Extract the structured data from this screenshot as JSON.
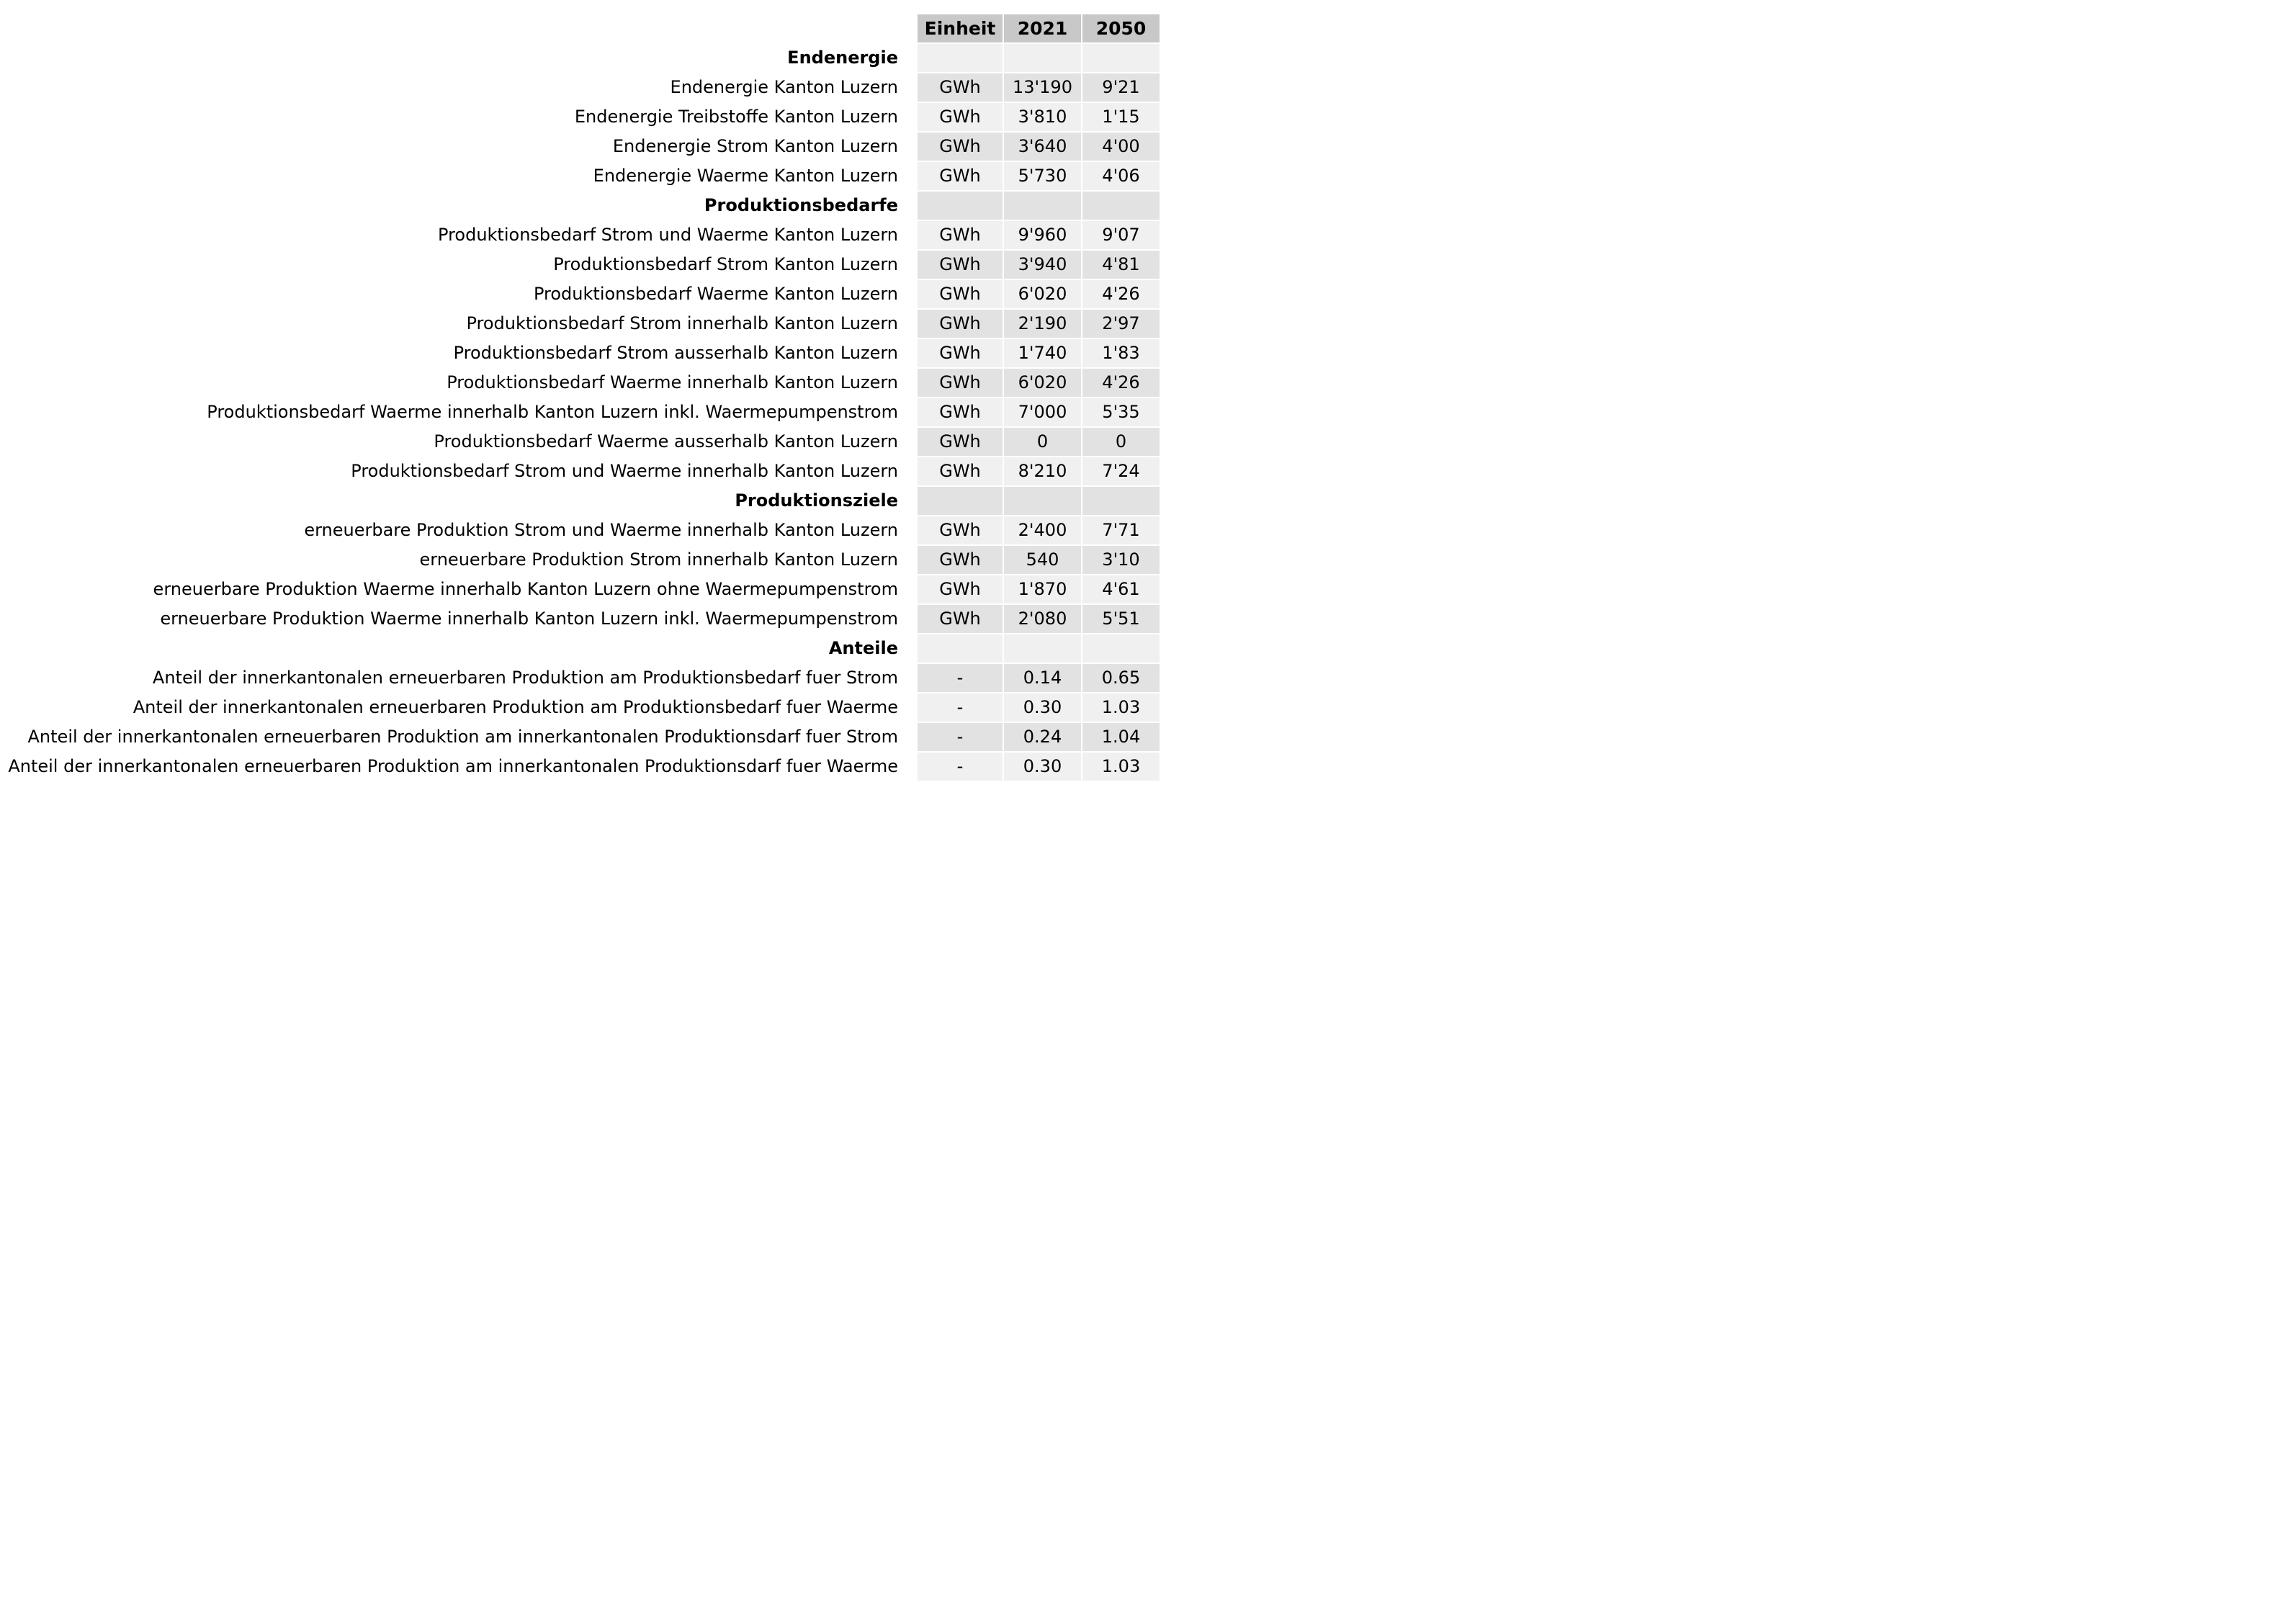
{
  "table": {
    "headers": [
      "Einheit",
      "2021",
      "2050"
    ],
    "rows": [
      {
        "label": "Endenergie",
        "section": true,
        "unit": "",
        "v2021": "",
        "v2050": ""
      },
      {
        "label": "Endenergie Kanton Luzern",
        "section": false,
        "unit": "GWh",
        "v2021": "13'190",
        "v2050": "9'21"
      },
      {
        "label": "Endenergie Treibstoffe Kanton Luzern",
        "section": false,
        "unit": "GWh",
        "v2021": "3'810",
        "v2050": "1'15"
      },
      {
        "label": "Endenergie Strom Kanton Luzern",
        "section": false,
        "unit": "GWh",
        "v2021": "3'640",
        "v2050": "4'00"
      },
      {
        "label": "Endenergie Waerme Kanton Luzern",
        "section": false,
        "unit": "GWh",
        "v2021": "5'730",
        "v2050": "4'06"
      },
      {
        "label": "Produktionsbedarfe",
        "section": true,
        "unit": "",
        "v2021": "",
        "v2050": ""
      },
      {
        "label": "Produktionsbedarf Strom und Waerme Kanton Luzern",
        "section": false,
        "unit": "GWh",
        "v2021": "9'960",
        "v2050": "9'07"
      },
      {
        "label": "Produktionsbedarf Strom Kanton Luzern",
        "section": false,
        "unit": "GWh",
        "v2021": "3'940",
        "v2050": "4'81"
      },
      {
        "label": "Produktionsbedarf Waerme Kanton Luzern",
        "section": false,
        "unit": "GWh",
        "v2021": "6'020",
        "v2050": "4'26"
      },
      {
        "label": "Produktionsbedarf Strom innerhalb Kanton Luzern",
        "section": false,
        "unit": "GWh",
        "v2021": "2'190",
        "v2050": "2'97"
      },
      {
        "label": "Produktionsbedarf Strom ausserhalb Kanton Luzern",
        "section": false,
        "unit": "GWh",
        "v2021": "1'740",
        "v2050": "1'83"
      },
      {
        "label": "Produktionsbedarf Waerme innerhalb Kanton Luzern",
        "section": false,
        "unit": "GWh",
        "v2021": "6'020",
        "v2050": "4'26"
      },
      {
        "label": "Produktionsbedarf Waerme innerhalb Kanton Luzern inkl. Waermepumpenstrom",
        "section": false,
        "unit": "GWh",
        "v2021": "7'000",
        "v2050": "5'35"
      },
      {
        "label": "Produktionsbedarf Waerme ausserhalb Kanton Luzern",
        "section": false,
        "unit": "GWh",
        "v2021": "0",
        "v2050": "0"
      },
      {
        "label": "Produktionsbedarf Strom und Waerme innerhalb Kanton Luzern",
        "section": false,
        "unit": "GWh",
        "v2021": "8'210",
        "v2050": "7'24"
      },
      {
        "label": "Produktionsziele",
        "section": true,
        "unit": "",
        "v2021": "",
        "v2050": ""
      },
      {
        "label": "erneuerbare Produktion Strom und Waerme innerhalb Kanton Luzern",
        "section": false,
        "unit": "GWh",
        "v2021": "2'400",
        "v2050": "7'71"
      },
      {
        "label": "erneuerbare Produktion Strom innerhalb Kanton Luzern",
        "section": false,
        "unit": "GWh",
        "v2021": "540",
        "v2050": "3'10"
      },
      {
        "label": "erneuerbare Produktion Waerme innerhalb Kanton Luzern ohne Waermepumpenstrom",
        "section": false,
        "unit": "GWh",
        "v2021": "1'870",
        "v2050": "4'61"
      },
      {
        "label": "erneuerbare Produktion Waerme innerhalb Kanton Luzern inkl. Waermepumpenstrom",
        "section": false,
        "unit": "GWh",
        "v2021": "2'080",
        "v2050": "5'51"
      },
      {
        "label": "Anteile",
        "section": true,
        "unit": "",
        "v2021": "",
        "v2050": ""
      },
      {
        "label": "Anteil der innerkantonalen erneuerbaren Produktion am Produktionsbedarf fuer Strom",
        "section": false,
        "unit": "-",
        "v2021": "0.14",
        "v2050": "0.65"
      },
      {
        "label": "Anteil der innerkantonalen erneuerbaren Produktion am Produktionsbedarf fuer Waerme",
        "section": false,
        "unit": "-",
        "v2021": "0.30",
        "v2050": "1.03"
      },
      {
        "label": "Anteil der innerkantonalen erneuerbaren Produktion am innerkantonalen Produktionsdarf fuer Strom",
        "section": false,
        "unit": "-",
        "v2021": "0.24",
        "v2050": "1.04"
      },
      {
        "label": "Anteil der innerkantonalen erneuerbaren Produktion am innerkantonalen Produktionsdarf fuer Waerme",
        "section": false,
        "unit": "-",
        "v2021": "0.30",
        "v2050": "1.03"
      }
    ]
  }
}
